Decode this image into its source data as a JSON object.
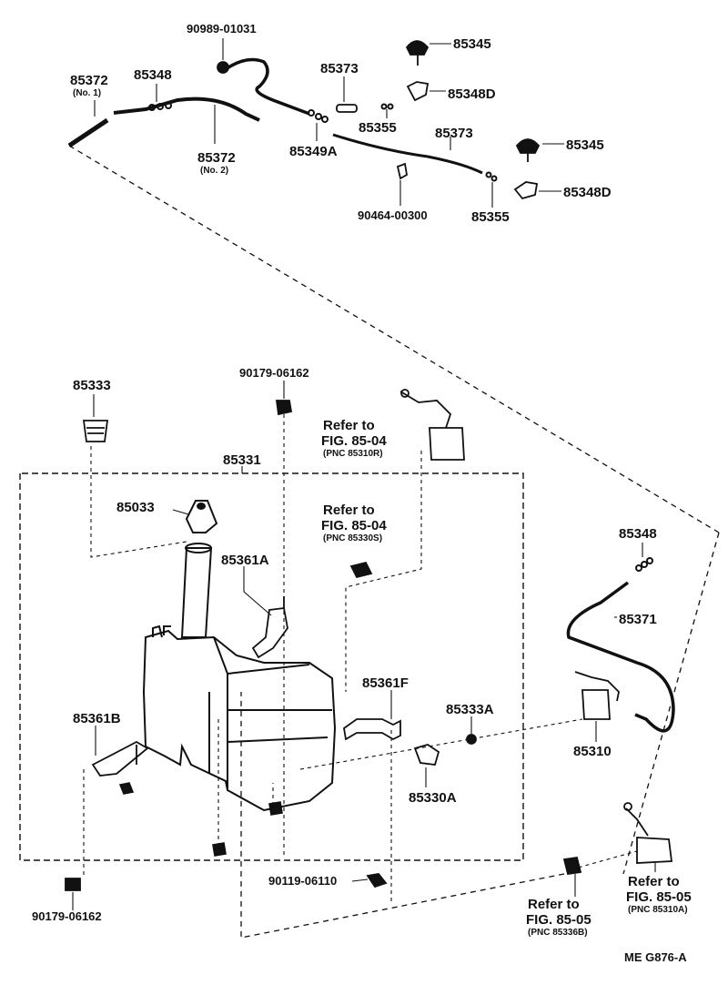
{
  "diagram_code": "ME  G876-A",
  "labels": {
    "p90989": "90989-01031",
    "p85345a": "85345",
    "p85372a": "85372",
    "p85372a_sub": "(No. 1)",
    "p85348a": "85348",
    "p85373a": "85373",
    "p85348Da": "85348D",
    "p85355a": "85355",
    "p85373b": "85373",
    "p85345b": "85345",
    "p85372b": "85372",
    "p85372b_sub": "(No. 2)",
    "p85349A": "85349A",
    "p90464": "90464-00300",
    "p85355b": "85355",
    "p85348Db": "85348D",
    "p85333": "85333",
    "p90179a": "90179-06162",
    "p85331": "85331",
    "p85033": "85033",
    "p85361A": "85361A",
    "p85361F": "85361F",
    "p85333A": "85333A",
    "p85361B": "85361B",
    "p85330A": "85330A",
    "p90119": "90119-06110",
    "p90179b": "90179-06162",
    "p85348c": "85348",
    "p85371": "85371",
    "p85310": "85310"
  },
  "refs": {
    "r1": {
      "line1": "Refer to",
      "line2": "FIG. 85-04",
      "pnc": "(PNC 85310R)"
    },
    "r2": {
      "line1": "Refer to",
      "line2": "FIG. 85-04",
      "pnc": "(PNC 85330S)"
    },
    "r3": {
      "line1": "Refer to",
      "line2": "FIG. 85-05",
      "pnc": "(PNC 85310A)"
    },
    "r4": {
      "line1": "Refer to",
      "line2": "FIG. 85-05",
      "pnc": "(PNC 85336B)"
    }
  }
}
